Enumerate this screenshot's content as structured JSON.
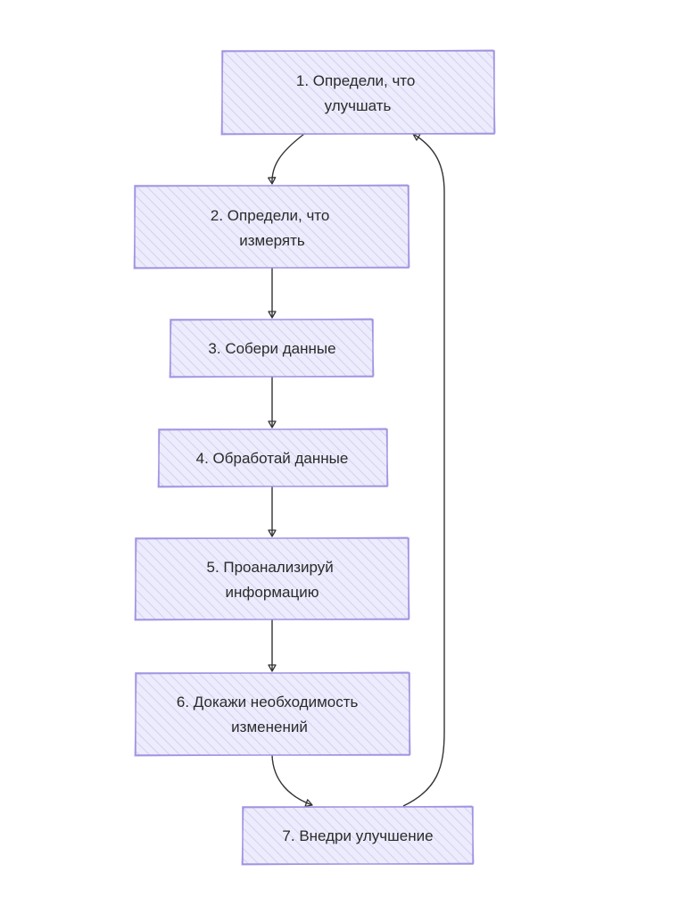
{
  "diagram": {
    "nodes": [
      {
        "id": "n1",
        "lines": [
          "1. Определи, что",
          "улучшать"
        ]
      },
      {
        "id": "n2",
        "lines": [
          "2. Определи, что",
          "измерять"
        ]
      },
      {
        "id": "n3",
        "lines": [
          "3. Собери данные"
        ]
      },
      {
        "id": "n4",
        "lines": [
          "4. Обработай данные"
        ]
      },
      {
        "id": "n5",
        "lines": [
          "5. Проанализируй",
          "информацию"
        ]
      },
      {
        "id": "n6",
        "lines": [
          "6. Докажи необходимость",
          "изменений"
        ]
      },
      {
        "id": "n7",
        "lines": [
          "7. Внедри улучшение"
        ]
      }
    ],
    "edges": [
      {
        "from": "n1",
        "to": "n2"
      },
      {
        "from": "n2",
        "to": "n3"
      },
      {
        "from": "n3",
        "to": "n4"
      },
      {
        "from": "n4",
        "to": "n5"
      },
      {
        "from": "n5",
        "to": "n6"
      },
      {
        "from": "n6",
        "to": "n7"
      },
      {
        "from": "n7",
        "to": "n1"
      }
    ],
    "colors": {
      "node_fill": "#ececfc",
      "node_stroke": "#9c8ee0",
      "hatch": "#d3cff2",
      "edge": "#333333",
      "text": "#2b2b2b"
    }
  }
}
